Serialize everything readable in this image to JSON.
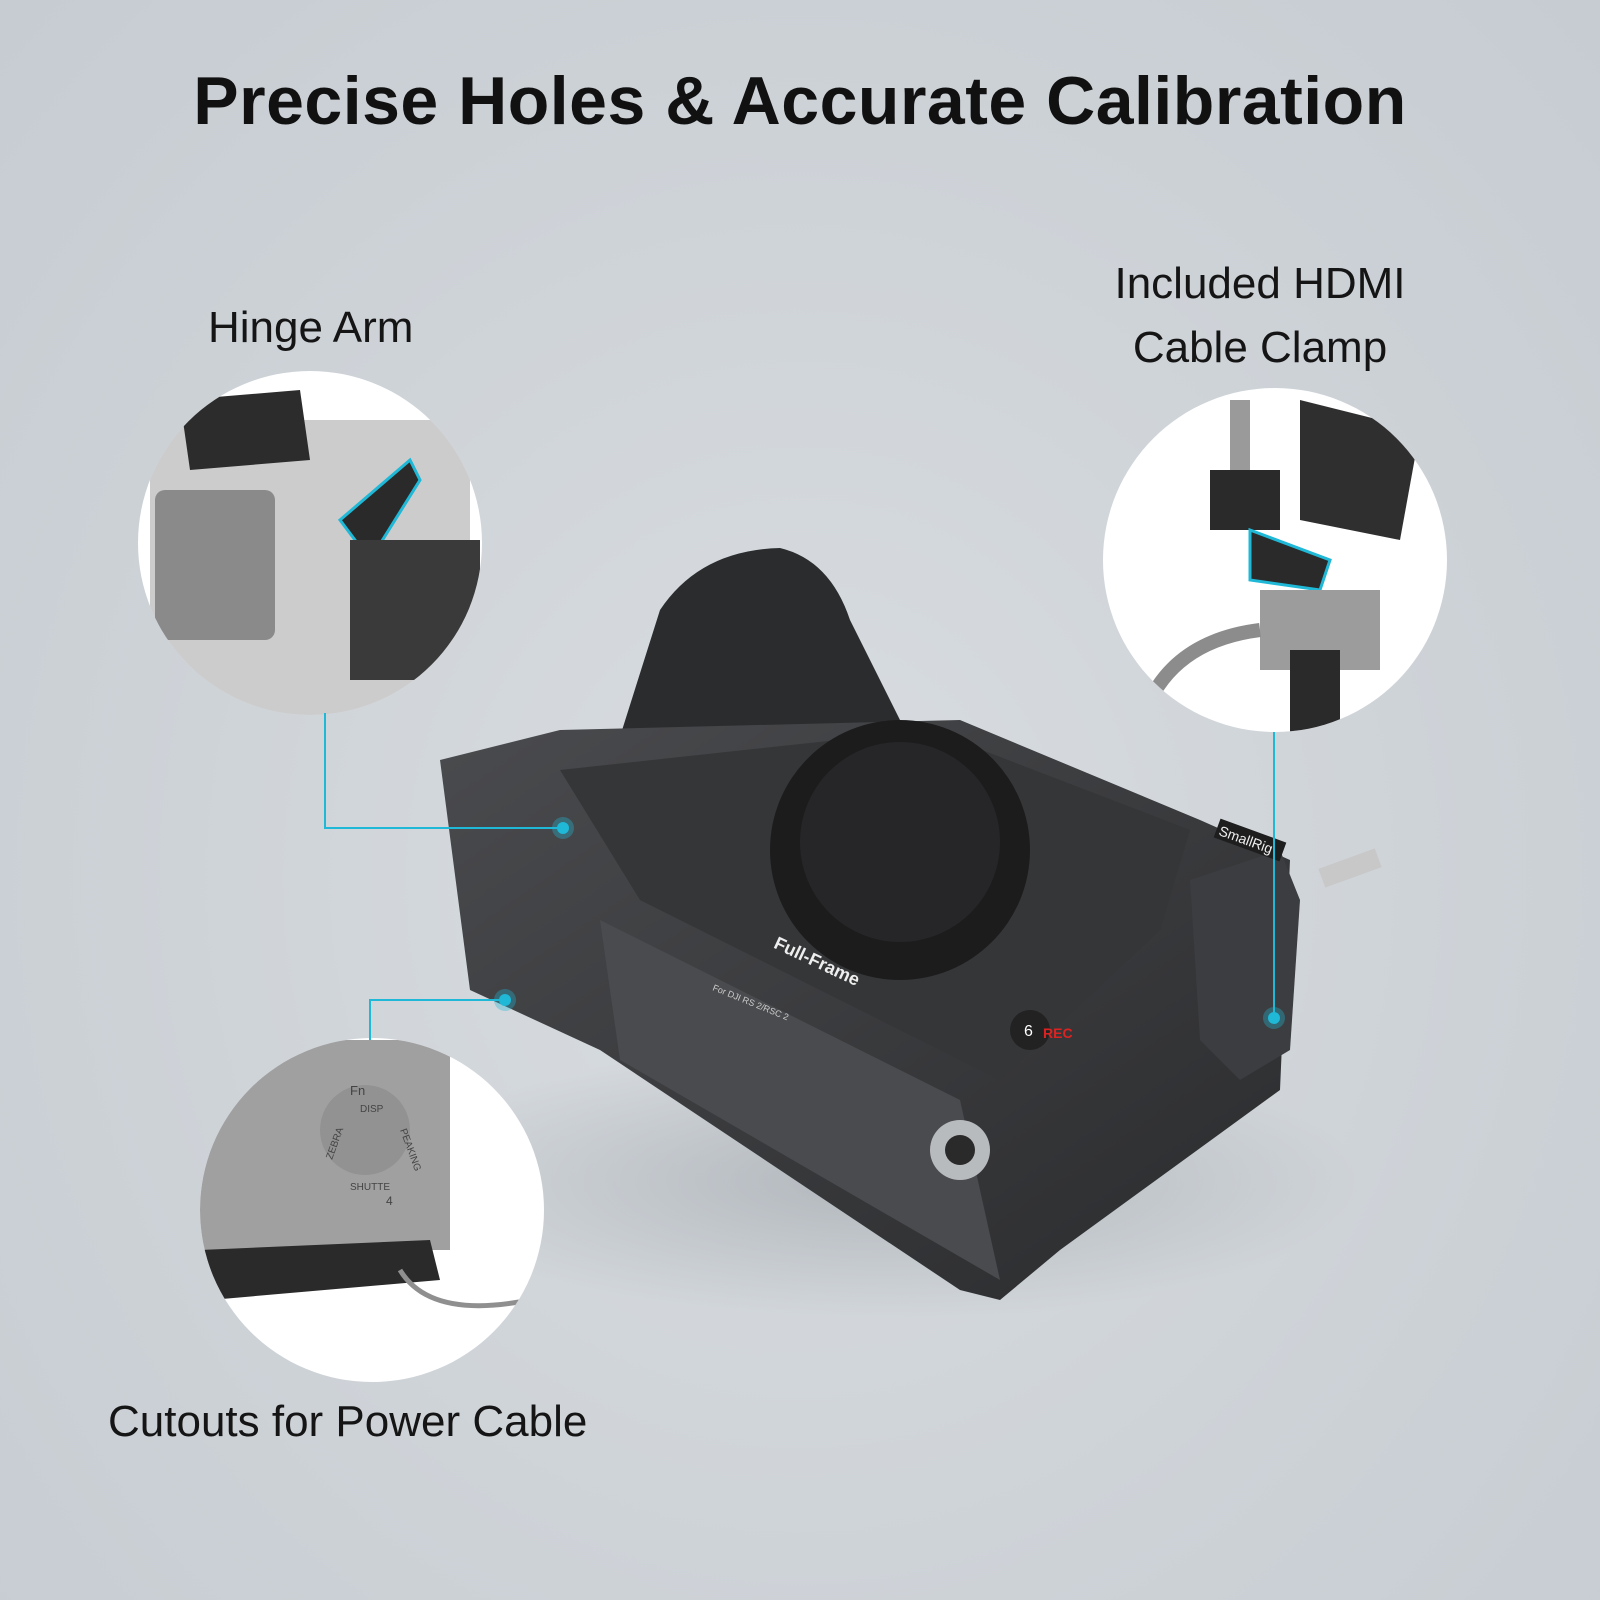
{
  "title": "Precise Holes & Accurate Calibration",
  "callouts": {
    "hinge_arm": "Hinge Arm",
    "hdmi_clamp_line1": "Included HDMI",
    "hdmi_clamp_line2": "Cable Clamp",
    "power_cable": "Cutouts for Power Cable"
  },
  "product_markings": {
    "brand": "SmallRig",
    "body_text": "Full-Frame",
    "rec_label": "REC",
    "button_number": "6",
    "plate_text": "For DJI RS 2/RSC 2",
    "dial_labels": [
      "Fn",
      "DISP",
      "PEAKING",
      "SHUTTE",
      "ZEBRA",
      "4"
    ]
  },
  "colors": {
    "accent": "#1fb8d6",
    "background": "#cfd4d9",
    "metal": "#3a3b3d"
  }
}
